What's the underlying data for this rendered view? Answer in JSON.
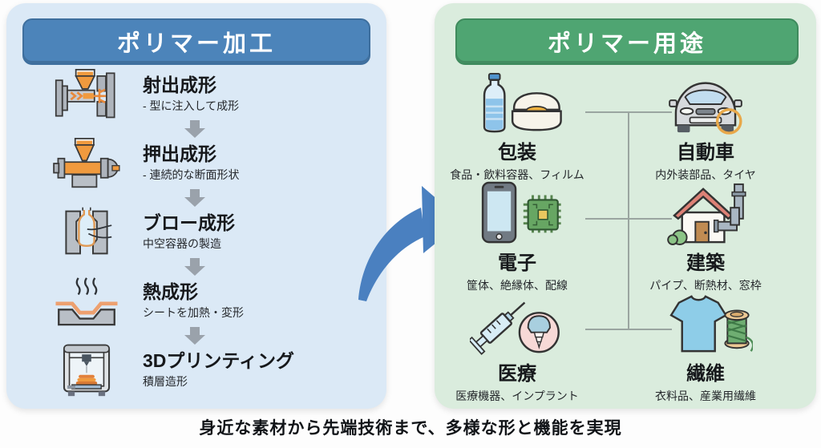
{
  "left_panel": {
    "header": "ポリマー加工",
    "items": [
      {
        "title": "射出成形",
        "desc": "- 型に注入して成形",
        "icon": "injection-molding-icon"
      },
      {
        "title": "押出成形",
        "desc": "- 連続的な断面形状",
        "icon": "extrusion-icon"
      },
      {
        "title": "ブロー成形",
        "desc": "中空容器の製造",
        "icon": "blow-molding-icon"
      },
      {
        "title": "熱成形",
        "desc": "シートを加熱・変形",
        "icon": "thermoforming-icon"
      },
      {
        "title": "3Dプリンティング",
        "desc": "積層造形",
        "icon": "3d-printer-icon"
      }
    ]
  },
  "right_panel": {
    "header": "ポリマー用途",
    "items": [
      {
        "title": "包装",
        "desc": "食品・飲料容器、フィルム",
        "icon": "water-bottle-and-food-container-icon"
      },
      {
        "title": "自動車",
        "desc": "内外装部品、タイヤ",
        "icon": "car-icon"
      },
      {
        "title": "電子",
        "desc": "筐体、絶縁体、配線",
        "icon": "smartphone-and-microchip-icon"
      },
      {
        "title": "建築",
        "desc": "パイプ、断熱材、窓枠",
        "icon": "house-and-pipes-icon"
      },
      {
        "title": "医療",
        "desc": "医療機器、インプラント",
        "icon": "syringe-and-implant-icon"
      },
      {
        "title": "繊維",
        "desc": "衣料品、産業用繊維",
        "icon": "tshirt-and-thread-spool-icon"
      }
    ]
  },
  "caption": "身近な素材から先端技術まで、多様な形と機能を実現",
  "colors": {
    "left_panel_bg": "#dbe9f6",
    "right_panel_bg": "#daecdd",
    "left_header_bg": "#4c84ba",
    "right_header_bg": "#4fa572",
    "flow_arrow": "#4a80c0",
    "connector_gray": "#9aa5a0",
    "step_arrow_gray": "#9aa2ab",
    "accent_orange": "#f09a3e"
  }
}
